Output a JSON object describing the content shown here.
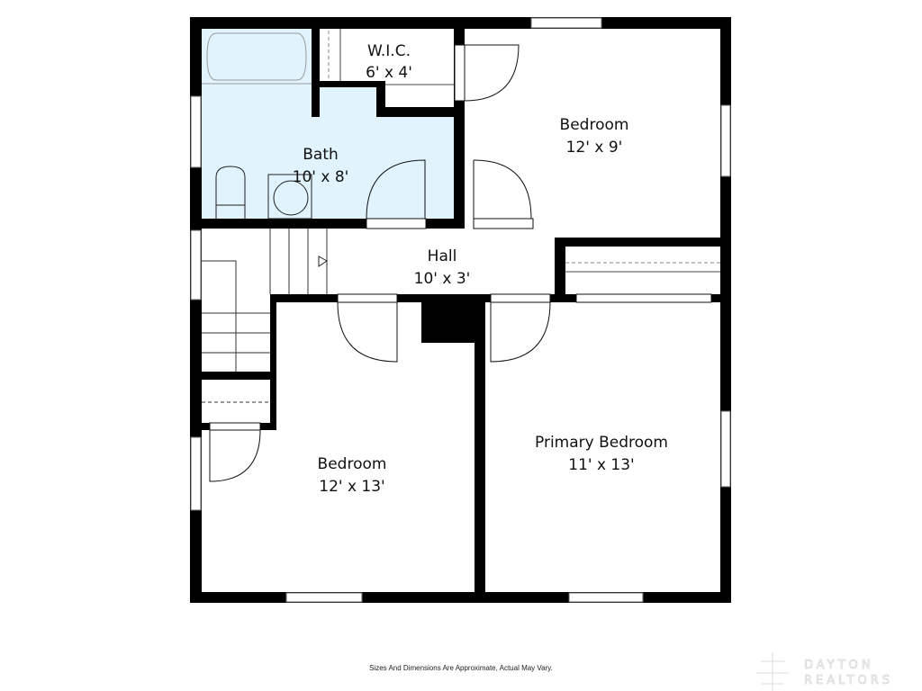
{
  "rooms": {
    "wic": {
      "name": "W.I.C.",
      "size": "6' x 4'"
    },
    "bath": {
      "name": "Bath",
      "size": "10' x 8'"
    },
    "bedroom_top": {
      "name": "Bedroom",
      "size": "12' x 9'"
    },
    "hall": {
      "name": "Hall",
      "size": "10' x 3'"
    },
    "bedroom_bottom": {
      "name": "Bedroom",
      "size": "12' x 13'"
    },
    "primary_bedroom": {
      "name": "Primary Bedroom",
      "size": "11' x 13'"
    }
  },
  "disclaimer": "Sizes And Dimensions Are Approximate, Actual May Vary.",
  "watermark": {
    "line1": "DAYTON",
    "line2": "REALTORS"
  },
  "colors": {
    "wall": "#000000",
    "bath_fill": "#e1f3fd",
    "floor": "#ffffff"
  }
}
